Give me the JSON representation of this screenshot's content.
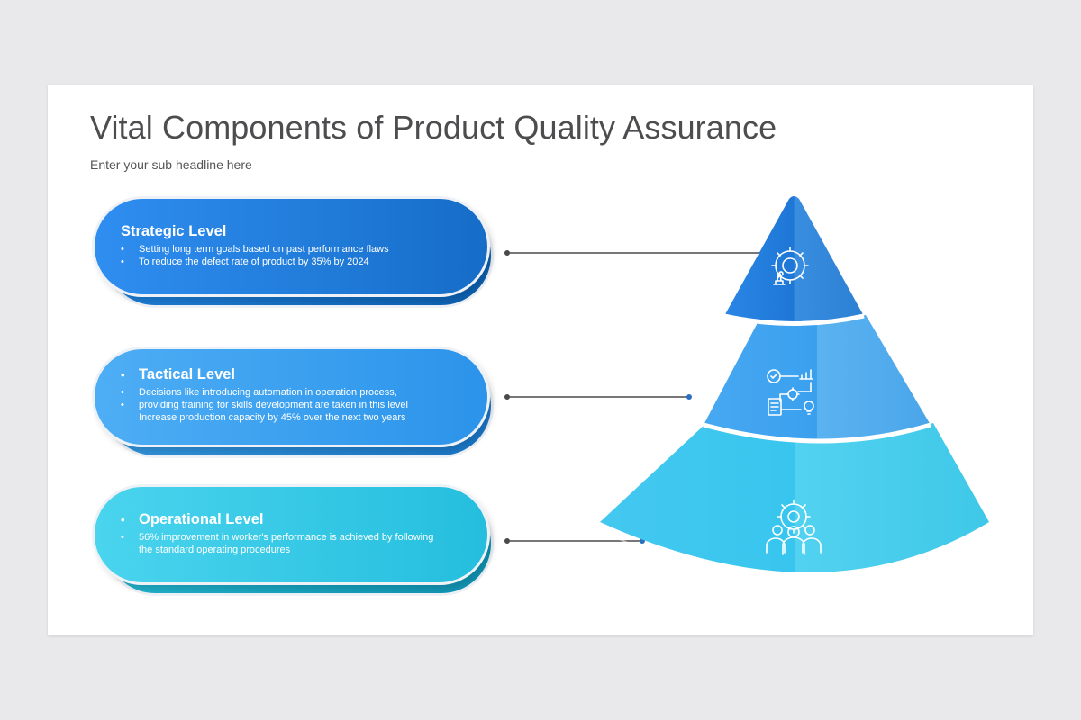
{
  "slide": {
    "title": "Vital Components of Product Quality Assurance",
    "subtitle": "Enter your sub headline here"
  },
  "levels": [
    {
      "title": "Strategic Level",
      "title_bullet": "",
      "bullets": [
        "Setting long term goals based on past performance  flaws",
        "To reduce the defect rate of product by 35% by 2024"
      ],
      "continuation": "",
      "icon": "gear-chess-strategy-icon"
    },
    {
      "title": "Tactical Level",
      "title_bullet": "•",
      "bullets": [
        "Decisions like introducing automation in operation process,",
        "providing training for skills development are taken in this level"
      ],
      "continuation": "Increase production capacity by 45% over the next two years",
      "icon": "process-flow-chart-icon"
    },
    {
      "title": "Operational Level",
      "title_bullet": "•",
      "bullets": [
        "56% improvement in worker's performance is achieved by following"
      ],
      "continuation": "the standard operating procedures",
      "icon": "team-gear-icon"
    }
  ],
  "colors": {
    "strategic": "#1c74d2",
    "tactical": "#3aa2ef",
    "operational": "#3ccfed",
    "connector": "#4a4a4a"
  }
}
